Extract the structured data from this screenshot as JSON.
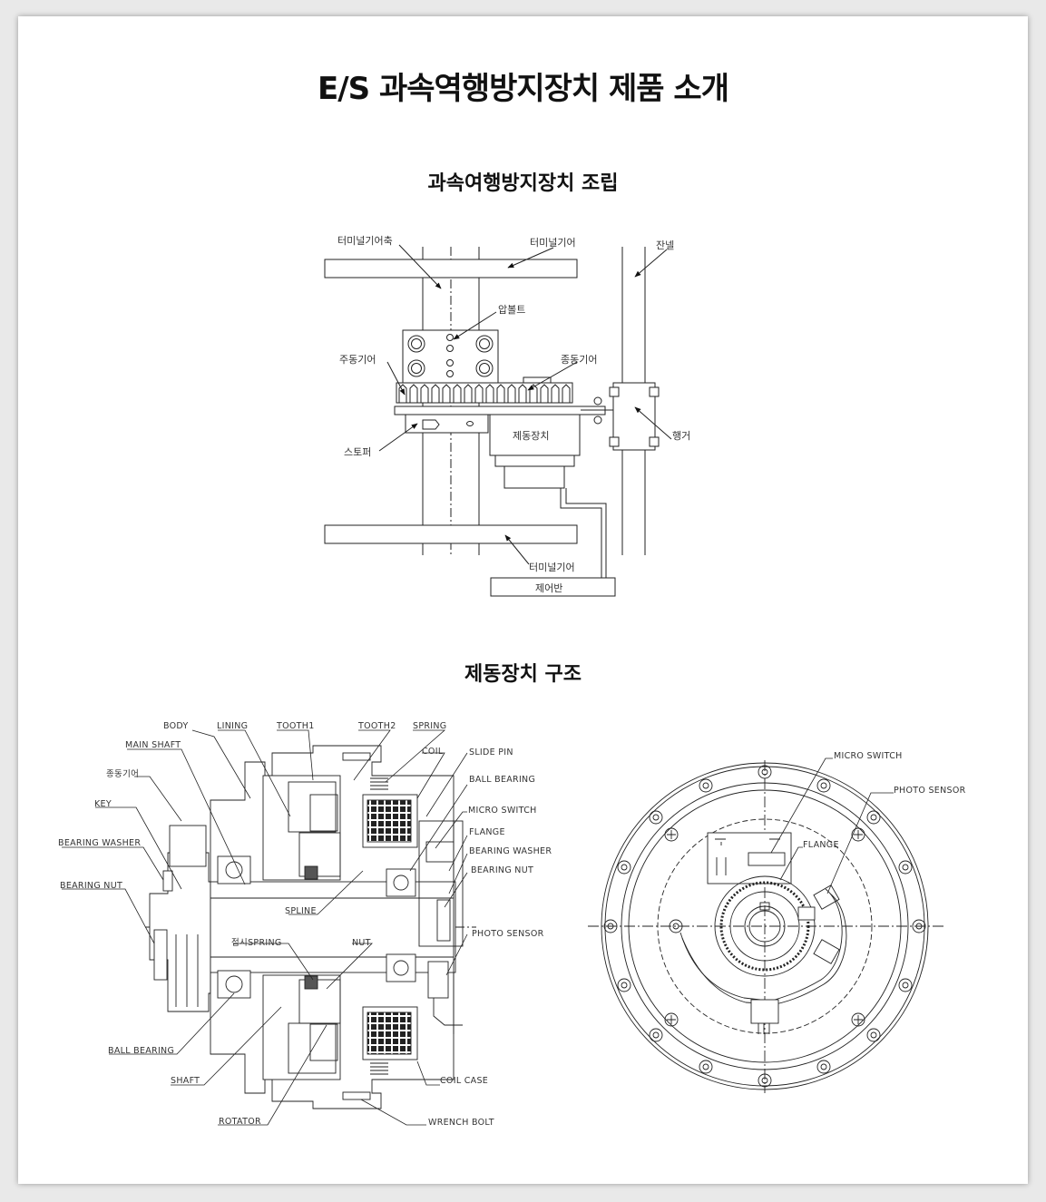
{
  "page": {
    "title": "E/S 과속역행방지장치 제품 소개",
    "section1_title": "과속여행방지장치 조립",
    "section2_title": "제동장치 구조"
  },
  "assembly": {
    "terminal_gear_shaft": "터미널기어축",
    "terminal_gear_top": "터미널기어",
    "panel": "잔넬",
    "press_bolt": "압볼트",
    "driving_gear": "주동기어",
    "driven_gear": "종동기어",
    "hanger": "행거",
    "brake_unit": "제동장치",
    "stopper": "스토퍼",
    "terminal_gear_bottom": "터미널기어",
    "control_panel": "제어반"
  },
  "structure": {
    "body": "BODY",
    "lining": "LINING",
    "tooth1": "TOOTH1",
    "tooth2": "TOOTH2",
    "spring": "SPRING",
    "main_shaft": "MAIN SHAFT",
    "coil": "COIL",
    "slide_pin": "SLIDE PIN",
    "driven_gear": "종동기어",
    "ball_bearing_top": "BALL BEARING",
    "key": "KEY",
    "micro_switch": "MICRO SWITCH",
    "flange": "FLANGE",
    "bearing_washer_left": "BEARING WASHER",
    "bearing_washer_right": "BEARING WASHER",
    "bearing_nut_right": "BEARING NUT",
    "bearing_nut_left": "BEARING NUT",
    "spline": "SPLINE",
    "photo_sensor": "PHOTO SENSOR",
    "contact_spring": "접시SPRING",
    "nut": "NUT",
    "ball_bearing_bottom": "BALL BEARING",
    "shaft": "SHAFT",
    "coil_case": "COIL CASE",
    "rotator": "ROTATOR",
    "wrench_bolt": "WRENCH BOLT"
  },
  "front_view": {
    "micro_switch": "MICRO SWITCH",
    "photo_sensor": "PHOTO SENSOR",
    "flange": "FLANGE"
  }
}
